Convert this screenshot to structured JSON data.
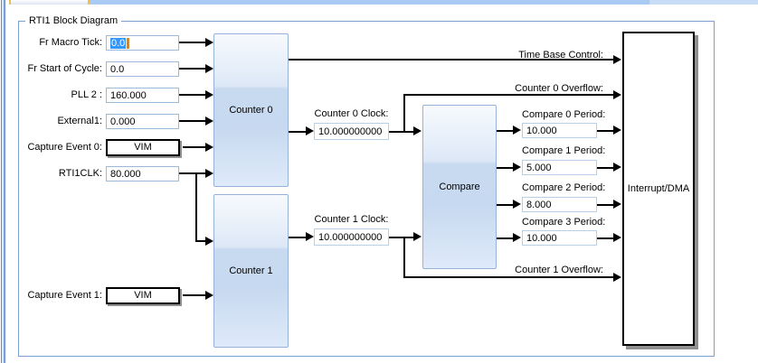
{
  "group": {
    "title": "RTI1 Block Diagram"
  },
  "left_inputs": [
    {
      "label": "Fr Macro Tick:",
      "value": "0.0",
      "selected": true,
      "kind": "text"
    },
    {
      "label": "Fr Start of Cycle:",
      "value": "0.0",
      "selected": false,
      "kind": "text"
    },
    {
      "label": "PLL 2 :",
      "value": "160.000",
      "selected": false,
      "kind": "text"
    },
    {
      "label": "External1:",
      "value": "0.000",
      "selected": false,
      "kind": "text"
    },
    {
      "label": "Capture Event 0:",
      "value": "VIM",
      "selected": false,
      "kind": "button"
    },
    {
      "label": "RTI1CLK:",
      "value": "80.000",
      "selected": false,
      "kind": "text"
    },
    {
      "label": "Capture Event 1:",
      "value": "VIM",
      "selected": false,
      "kind": "button"
    }
  ],
  "blocks": {
    "counter0": "Counter 0",
    "counter1": "Counter 1",
    "compare": "Compare",
    "interrupt_dma": "Interrupt/DMA"
  },
  "clocks": {
    "counter0": {
      "label": "Counter 0 Clock:",
      "value": "10.000000000"
    },
    "counter1": {
      "label": "Counter 1 Clock:",
      "value": "10.000000000"
    }
  },
  "outputs": {
    "time_base_control": {
      "label": "Time Base Control:"
    },
    "counter0_overflow": {
      "label": "Counter 0 Overflow:"
    },
    "counter1_overflow": {
      "label": "Counter 1 Overflow:"
    },
    "compare_periods": [
      {
        "label": "Compare 0 Period:",
        "value": "10.000"
      },
      {
        "label": "Compare 1 Period:",
        "value": "5.000"
      },
      {
        "label": "Compare 2 Period:",
        "value": "8.000"
      },
      {
        "label": "Compare 3 Period:",
        "value": "10.000"
      }
    ]
  },
  "colors": {
    "selection_blue": "#3296fb",
    "caret_orange": "#c9893c",
    "block_fill_top": "#f7fafd",
    "block_fill_mid": "#c8daf0",
    "block_border": "#95b3d7",
    "groupbox_border": "#7b9fd0",
    "field_border": "#9db9da",
    "tab_strip_blue": "#a9cbf3",
    "tab_strip_light": "#c6dcf7",
    "tab_edge_yellow": "#edbf4e",
    "connector_black": "#000000",
    "shadow_gray": "#909090"
  }
}
